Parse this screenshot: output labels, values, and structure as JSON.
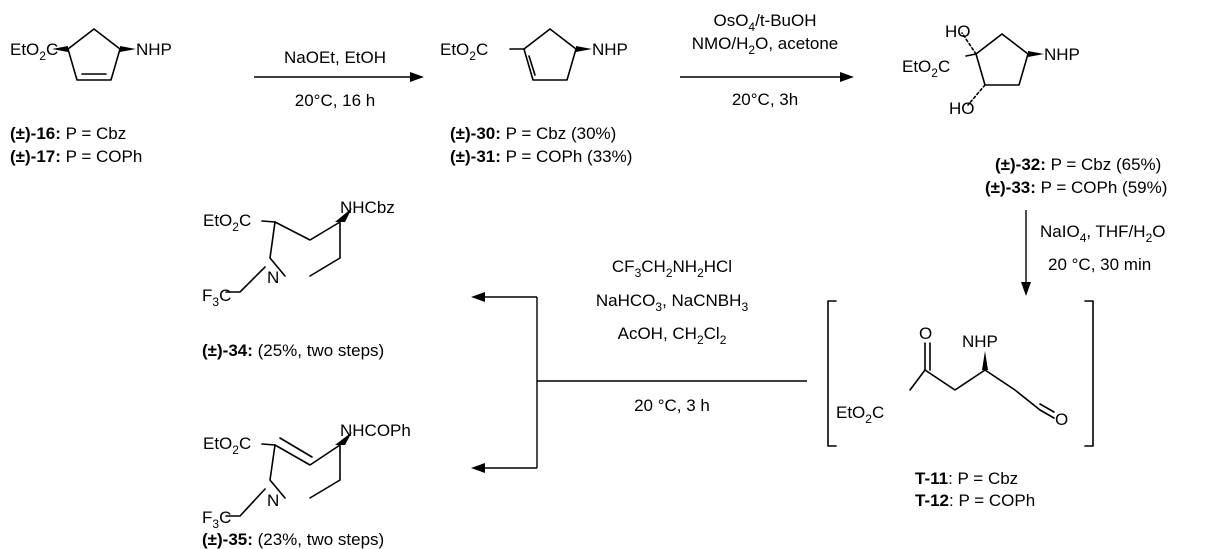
{
  "labels": {
    "etoc": "EtO",
    "two": "2",
    "c": "C",
    "nhp": "NHP",
    "ho": "HO",
    "nhcbz": "NHCbz",
    "nhcoph": "NHCOPh",
    "f": "F",
    "three": "3",
    "n": "N",
    "o": "O"
  },
  "step1": {
    "line1": "NaOEt, EtOH",
    "line2": "20°C, 16 h"
  },
  "step2": {
    "line1": "OsO",
    "line1_sub": "4",
    "line1_tail": "/t-BuOH",
    "line2_a": "NMO/H",
    "line2_sub": "2",
    "line2_b": "O, acetone",
    "line3": "20°C, 3h"
  },
  "step3": {
    "line1_a": "NaIO",
    "line1_sub1": "4",
    "line1_b": ", THF/H",
    "line1_sub2": "2",
    "line1_c": "O",
    "line2": "20 °C, 30 min"
  },
  "step4": {
    "l1_a": "CF",
    "l1_s1": "3",
    "l1_b": "CH",
    "l1_s2": "2",
    "l1_c": "NH",
    "l1_s3": "2",
    "l1_d": "HCl",
    "l2_a": "NaHCO",
    "l2_s": "3",
    "l2_b": ", NaCNBH",
    "l2_s2": "3",
    "l3_a": "AcOH, CH",
    "l3_s1": "2",
    "l3_b": "Cl",
    "l3_s2": "2",
    "l4": "20 °C, 3 h"
  },
  "compounds": {
    "c16": {
      "id": "(±)-16:",
      "desc": " P = Cbz"
    },
    "c17": {
      "id": "(±)-17:",
      "desc": " P = COPh"
    },
    "c30": {
      "id": "(±)-30:",
      "desc": " P = Cbz (30%)"
    },
    "c31": {
      "id": "(±)-31:",
      "desc": " P = COPh (33%)"
    },
    "c32": {
      "id": "(±)-32:",
      "desc": " P = Cbz (65%)"
    },
    "c33": {
      "id": "(±)-33:",
      "desc": " P = COPh (59%)"
    },
    "c34": {
      "id": "(±)-34:",
      "desc": " (25%, two steps)"
    },
    "c35": {
      "id": "(±)-35:",
      "desc": " (23%, two steps)"
    },
    "t11": {
      "id": "T-11",
      "desc": ": P = Cbz"
    },
    "t12": {
      "id": "T-12",
      "desc": ": P = COPh"
    }
  }
}
